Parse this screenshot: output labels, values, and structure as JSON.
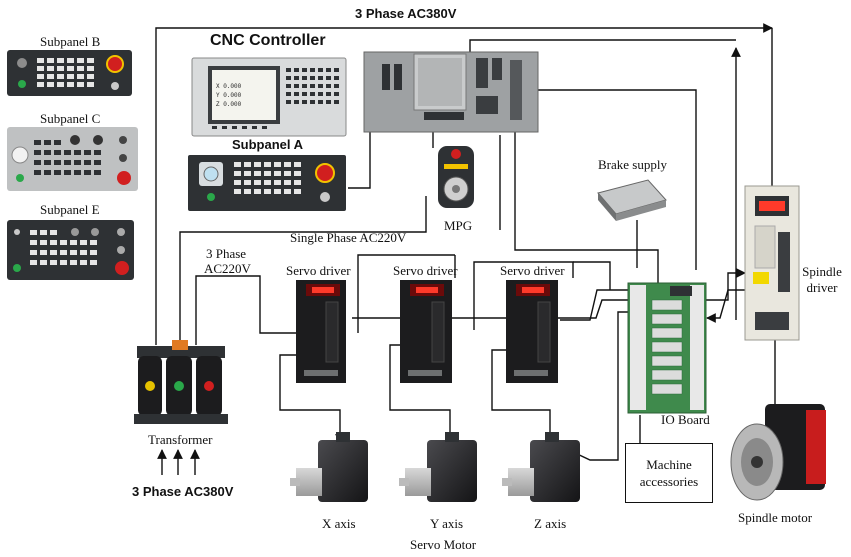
{
  "labels": {
    "top_supply": "3 Phase AC380V",
    "cnc_controller": "CNC Controller",
    "subpanel_b": "Subpanel B",
    "subpanel_c": "Subpanel C",
    "subpanel_e": "Subpanel E",
    "subpanel_a": "Subpanel A",
    "single_phase": "Single Phase AC220V",
    "mpg": "MPG",
    "brake_supply": "Brake supply",
    "three_phase_ac220_line1": "3 Phase",
    "three_phase_ac220_line2": "AC220V",
    "servo_driver_x": "Servo driver",
    "servo_driver_y": "Servo driver",
    "servo_driver_z": "Servo driver",
    "spindle_driver_line1": "Spindle",
    "spindle_driver_line2": "driver",
    "transformer": "Transformer",
    "bottom_supply": "3 Phase AC380V",
    "io_board": "IO Board",
    "machine_accessories_line1": "Machine",
    "machine_accessories_line2": "accessories",
    "x_axis": "X axis",
    "y_axis": "Y axis",
    "z_axis": "Z axis",
    "servo_motor": "Servo Motor",
    "spindle_motor": "Spindle motor"
  },
  "controller_screen": {
    "axis_rows": [
      {
        "axis": "X",
        "value": "0.000"
      },
      {
        "axis": "Y",
        "value": "0.000"
      },
      {
        "axis": "Z",
        "value": "0.000"
      }
    ]
  },
  "colors": {
    "wire": "#111111",
    "panel_dark": "#2f3133",
    "panel_grey": "#6d6f70",
    "drive_black": "#1c1c1e",
    "led_red": "#d42020",
    "io_green": "#3f8a4c",
    "spindle_cream": "#e9e7de",
    "transformer_orange": "#e07a22",
    "estop_red": "#d11f1f"
  }
}
